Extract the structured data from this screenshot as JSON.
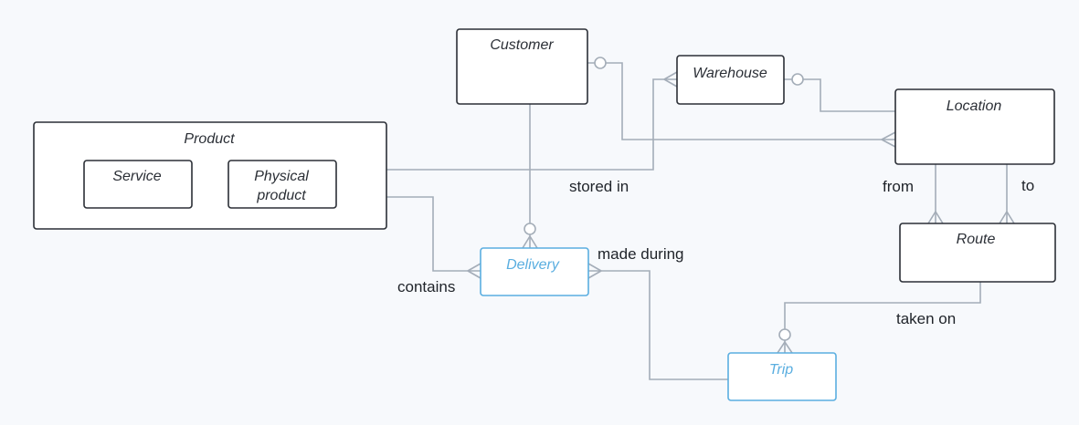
{
  "entities": {
    "customer": "Customer",
    "warehouse": "Warehouse",
    "location": "Location",
    "product": "Product",
    "service": "Service",
    "physical_product_line1": "Physical",
    "physical_product_line2": "product",
    "delivery": "Delivery",
    "route": "Route",
    "trip": "Trip"
  },
  "relationships": {
    "stored_in": "stored in",
    "from": "from",
    "to": "to",
    "made_during": "made during",
    "contains": "contains",
    "taken_on": "taken on"
  },
  "colors": {
    "entity_border": "#2b2f36",
    "weak_entity": "#5aaee0",
    "connector": "#a4adb8",
    "background": "#f7f9fc"
  }
}
